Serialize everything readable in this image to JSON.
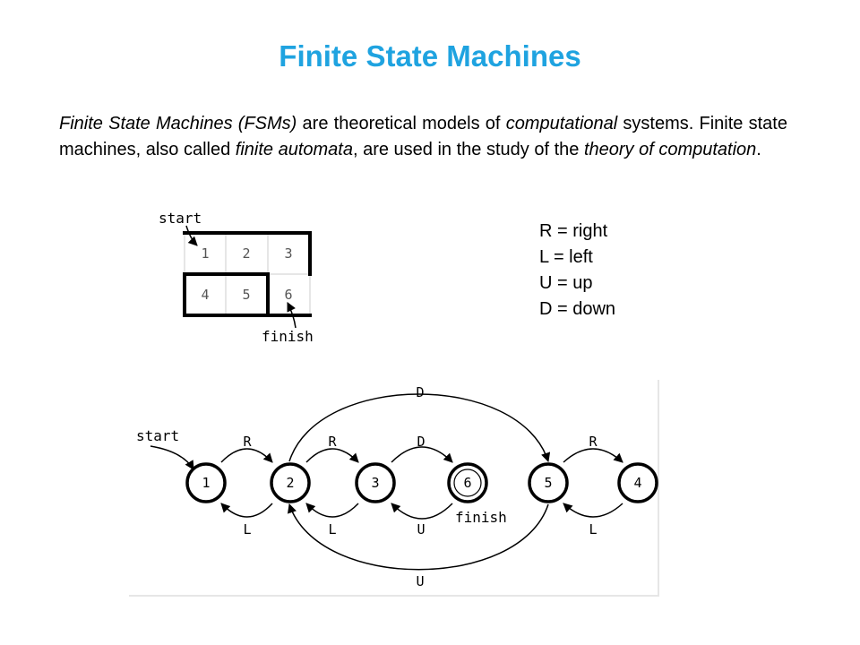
{
  "title": "Finite State Machines",
  "intro": {
    "t1": "Finite State Machines (FSMs)",
    "t2": " are theoretical models of ",
    "t3": "computational",
    "t4": " systems. Finite state machines, also called ",
    "t5": "finite automata",
    "t6": ", are used in the study of the ",
    "t7": "theory of computation",
    "t8": "."
  },
  "legend": [
    "R = right",
    "L = left",
    "U = up",
    "D = down"
  ],
  "grid": {
    "start_label": "start",
    "finish_label": "finish",
    "cells": [
      "1",
      "2",
      "3",
      "4",
      "5",
      "6"
    ]
  },
  "fsm": {
    "start_label": "start",
    "finish_label": "finish",
    "states": [
      "1",
      "2",
      "3",
      "6",
      "5",
      "4"
    ],
    "edge_labels": {
      "r12": "R",
      "l21": "L",
      "r23": "R",
      "l32": "L",
      "d36": "D",
      "u63": "U",
      "d25": "D",
      "u52": "U",
      "r54": "R",
      "l45": "L"
    }
  }
}
